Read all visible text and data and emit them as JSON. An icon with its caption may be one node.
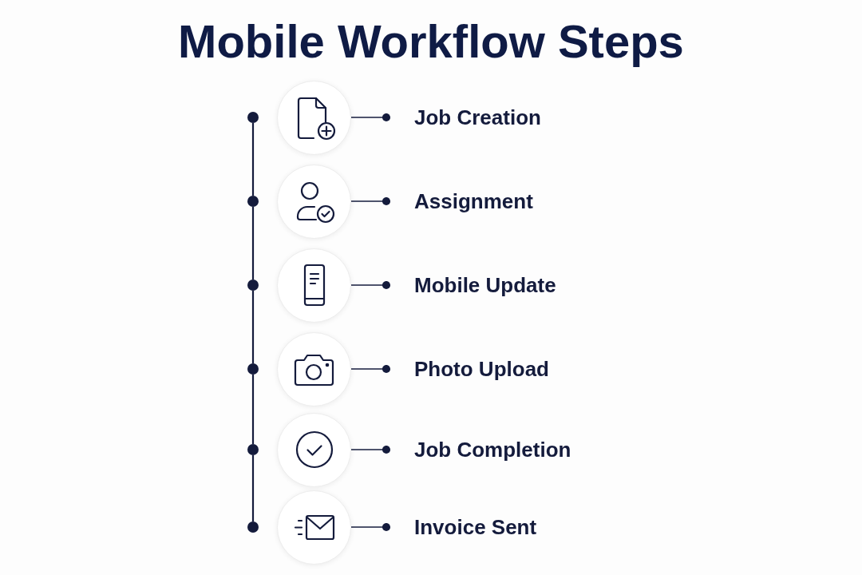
{
  "diagram": {
    "title": "Mobile Workflow Steps",
    "nodes": [
      {
        "text": [],
        "shape": "circle"
      },
      {
        "text": [],
        "shape": "circle"
      },
      {
        "text": [
          "Job Creation"
        ]
      },
      {
        "text": [],
        "shape": "circle"
      },
      {
        "text": [],
        "shape": "circle"
      },
      {
        "text": [
          "Assignment"
        ]
      },
      {
        "text": [],
        "shape": "circle"
      },
      {
        "text": [],
        "shape": "circle"
      },
      {
        "text": [
          "Mobile Update"
        ]
      },
      {
        "text": [],
        "shape": "circle"
      },
      {
        "text": [],
        "shape": "circle"
      },
      {
        "text": [
          "Photo Upload"
        ]
      },
      {
        "text": [],
        "shape": "circle"
      },
      {
        "text": [],
        "shape": "circle"
      },
      {
        "text": [
          "Job Completion"
        ]
      },
      {
        "text": [],
        "shape": "circle"
      },
      {
        "text": [],
        "shape": "circle"
      },
      {
        "text": [
          "Invoice Sent"
        ]
      }
    ],
    "edges": [
      {
        "from": 0,
        "to": 3,
        "arrow": "none"
      },
      {
        "from": 3,
        "to": 6,
        "arrow": "none"
      },
      {
        "from": 6,
        "to": 9,
        "arrow": "none"
      },
      {
        "from": 9,
        "to": 12,
        "arrow": "none"
      },
      {
        "from": 12,
        "to": 15,
        "arrow": "none"
      },
      {
        "from": 1,
        "to": 2,
        "arrow": "other"
      },
      {
        "from": 4,
        "to": 5,
        "arrow": "other"
      },
      {
        "from": 7,
        "to": 8,
        "arrow": "other"
      },
      {
        "from": 10,
        "to": 11,
        "arrow": "other"
      },
      {
        "from": 13,
        "to": 14,
        "arrow": "other"
      },
      {
        "from": 16,
        "to": 17,
        "arrow": "other"
      }
    ]
  }
}
